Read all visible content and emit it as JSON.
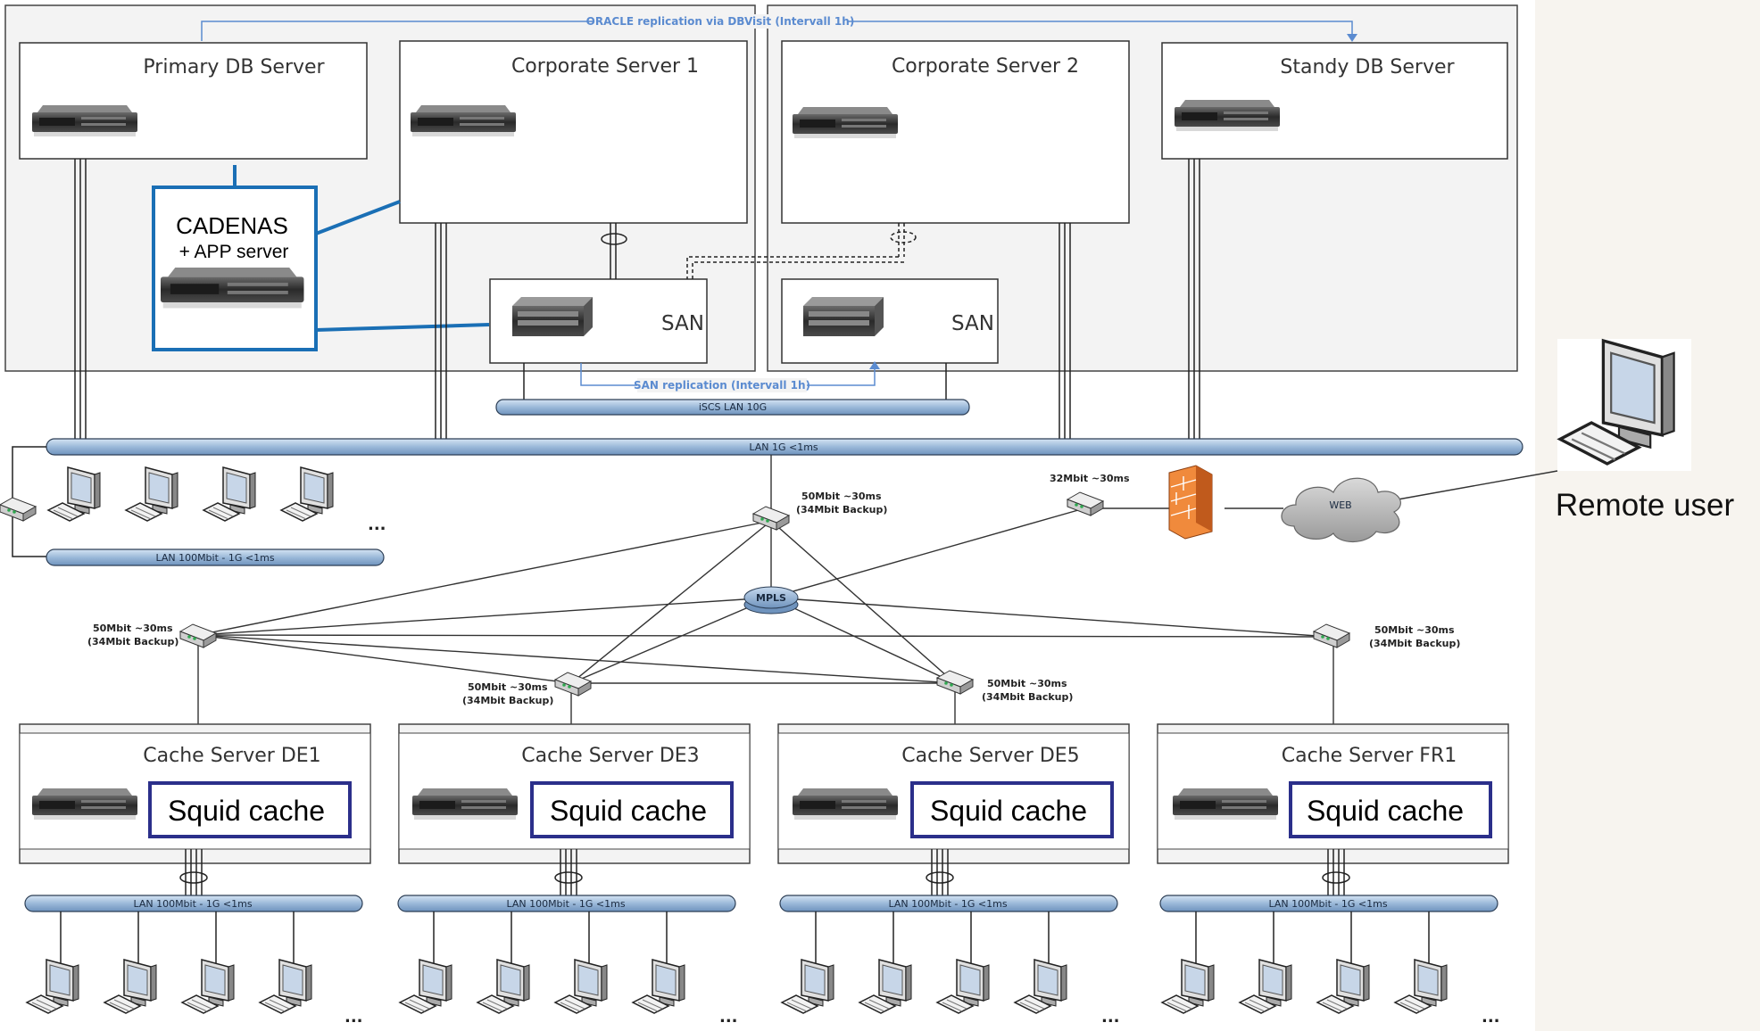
{
  "servers": {
    "primary_db": "Primary DB Server",
    "corporate1": "Corporate Server 1",
    "corporate2": "Corporate Server 2",
    "standby_db": "Standy DB Server"
  },
  "cadenas": {
    "title": "CADENAS",
    "subtitle": "+ APP server"
  },
  "san": {
    "left": "SAN",
    "right": "SAN"
  },
  "replication": {
    "oracle": "ORACLE replication via DBVisit (Intervall 1h)",
    "san": "SAN replication (Intervall 1h)"
  },
  "buses": {
    "iscsi": "iSCS LAN 10G",
    "lan_main": "LAN 1G <1ms",
    "lan_hq": "LAN 100Mbit - 1G <1ms",
    "lan_site": "LAN 100Mbit - 1G <1ms"
  },
  "links": {
    "hq": [
      "50Mbit ~30ms",
      "(34Mbit Backup)"
    ],
    "web": "32Mbit ~30ms",
    "de1": [
      "50Mbit ~30ms",
      "(34Mbit Backup)"
    ],
    "de3": [
      "50Mbit ~30ms",
      "(34Mbit Backup)"
    ],
    "de5": [
      "50Mbit ~30ms",
      "(34Mbit Backup)"
    ],
    "fr1": [
      "50Mbit ~30ms",
      "(34Mbit Backup)"
    ]
  },
  "mpls": "MPLS",
  "web": "WEB",
  "remote_user": "Remote user",
  "ellipsis": "...",
  "cache_servers": [
    {
      "name": "Cache Server DE1",
      "cache": "Squid cache"
    },
    {
      "name": "Cache Server DE3",
      "cache": "Squid cache"
    },
    {
      "name": "Cache Server DE5",
      "cache": "Squid cache"
    },
    {
      "name": "Cache Server FR1",
      "cache": "Squid cache"
    }
  ],
  "colors": {
    "accent_blue": "#1a6fb5",
    "squid_border": "#2b2f8a",
    "bus_fill": "#9bb9d9",
    "replication": "#5b8bd0",
    "firewall": "#f08a3c",
    "panel_bg": "#f3f3f3",
    "sidebar_bg": "#f7f4ef"
  }
}
